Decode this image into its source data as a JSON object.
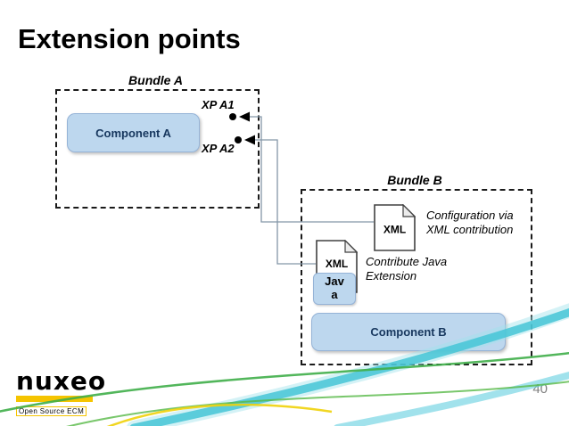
{
  "slide": {
    "title": "Extension points",
    "page_number": "40"
  },
  "bundle_a": {
    "label": "Bundle A",
    "component_label": "Component A",
    "xp1_label": "XP A1",
    "xp2_label": "XP A2"
  },
  "bundle_b": {
    "label": "Bundle B",
    "component_label": "Component B",
    "xml_doc1_label": "XML",
    "xml_doc2_label": "XML",
    "java_label": "Java",
    "xml_note": "Configuration via XML contribution",
    "java_note": "Contribute Java Extension"
  },
  "logo": {
    "name": "nuxeo",
    "tagline": "Open Source ECM"
  },
  "colors": {
    "component_fill": "#bdd7ee",
    "component_border": "#95b3d7",
    "connector_gray": "#8496a8",
    "swoosh_teal": "#45c6d6",
    "swoosh_green": "#4caf3f",
    "swoosh_yellow": "#f2cc0c",
    "logo_yellow": "#f5c400"
  }
}
